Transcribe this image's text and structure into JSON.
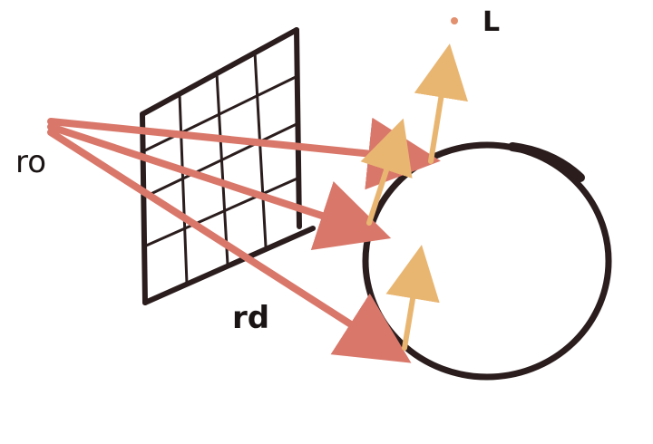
{
  "labels": {
    "ray_origin": "ro",
    "ray_direction": "rd",
    "light": "L"
  },
  "colors": {
    "ink": "#2b1d1d",
    "ray": "#d9786a",
    "normal": "#e9b672",
    "background": "#ffffff"
  },
  "icons": {
    "light_source": "light-point",
    "sphere": "circle-outline",
    "image_plane": "grid"
  }
}
